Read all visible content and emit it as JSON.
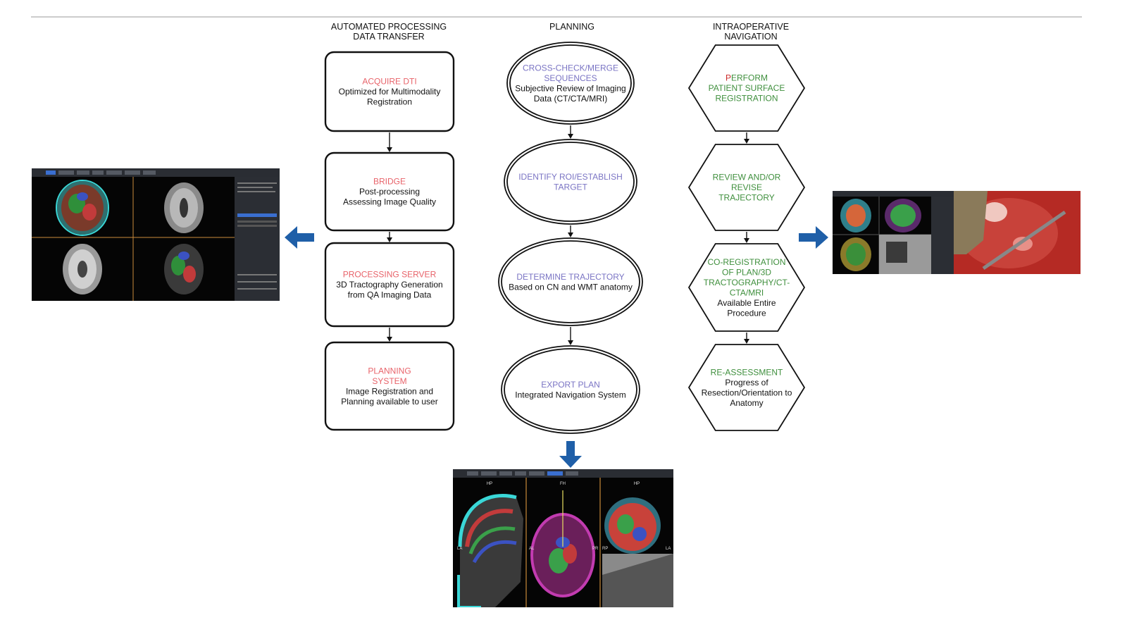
{
  "columns": {
    "automated": {
      "title_lines": [
        "AUTOMATED PROCESSING",
        "DATA TRANSFER"
      ],
      "steps": [
        {
          "heading": [
            "ACQUIRE DTI"
          ],
          "body": [
            "Optimized for Multimodality",
            "Registration"
          ]
        },
        {
          "heading": [
            "BRIDGE"
          ],
          "body": [
            "Post-processing",
            "Assessing Image Quality"
          ]
        },
        {
          "heading": [
            "PROCESSING SERVER"
          ],
          "body": [
            "3D Tractography Generation",
            "from QA Imaging Data"
          ]
        },
        {
          "heading": [
            "PLANNING",
            "SYSTEM"
          ],
          "body": [
            "Image Registration and",
            "Planning available to user"
          ]
        }
      ]
    },
    "planning": {
      "title_lines": [
        "PLANNING"
      ],
      "steps": [
        {
          "heading": [
            "CROSS-CHECK/MERGE",
            "SEQUENCES"
          ],
          "body": [
            "Subjective Review of Imaging",
            "Data (CT/CTA/MRI)"
          ]
        },
        {
          "heading": [
            "IDENTIFY ROI/ESTABLISH",
            "TARGET"
          ],
          "body": []
        },
        {
          "heading": [
            "DETERMINE TRAJECTORY"
          ],
          "body": [
            "Based on CN and WMT anatomy"
          ]
        },
        {
          "heading": [
            "EXPORT PLAN"
          ],
          "body": [
            "Integrated Navigation System"
          ]
        }
      ]
    },
    "intraoperative": {
      "title_lines": [
        "INTRAOPERATIVE",
        "NAVIGATION"
      ],
      "steps": [
        {
          "heading": [
            "PERFORM",
            "PATIENT SURFACE",
            "REGISTRATION"
          ],
          "body": []
        },
        {
          "heading": [
            "REVIEW AND/OR",
            "REVISE",
            "TRAJECTORY"
          ],
          "body": []
        },
        {
          "heading": [
            "CO-REGISTRATION",
            "OF PLAN/3D",
            "TRACTOGRAPHY/CT-",
            "CTA/MRI"
          ],
          "body": [
            "Available Entire",
            "Procedure"
          ]
        },
        {
          "heading": [
            "RE-ASSESSMENT"
          ],
          "body": [
            "Progress of",
            "Resection/Orientation to",
            "Anatomy"
          ]
        }
      ]
    }
  },
  "screenshots": {
    "bottom_view_labels": [
      "HP",
      "FH",
      "HP"
    ],
    "bottom_side_labels": [
      "LA",
      "AL",
      "PR",
      "RP",
      "LA"
    ]
  },
  "colors": {
    "automated_heading": "#e8636a",
    "planning_heading": "#7a74c4",
    "intraoperative_heading": "#3f8f3d",
    "perform_first_letter": "#cc2a2a",
    "blue_arrow": "#1f5fa8",
    "rule_line": "#999999"
  },
  "icons": [
    "left-blue-arrow-icon",
    "right-blue-arrow-icon",
    "down-blue-arrow-icon"
  ]
}
